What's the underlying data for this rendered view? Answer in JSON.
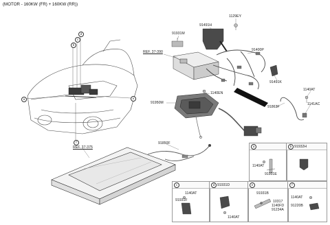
{
  "title": "(MOTOR - 160KW (FR) + 160KW (RR))",
  "labels": {
    "p1129EY": "1129EY",
    "p91491H": "91491H",
    "p91931M": "91931M",
    "ref37390": "REF. 37-390",
    "p91400P": "91400P",
    "p91491K": "91491K",
    "p1140EN": "1140EN",
    "p1140AT_top": "1140AT",
    "p91950M": "91950M",
    "p91863F": "91863F",
    "p1141AC": "1141AC",
    "p91850F": "91850F",
    "ref37375": "REF. 37-375"
  },
  "callouts_car": [
    "d",
    "b",
    "c",
    "a",
    "e",
    "f"
  ],
  "panels": {
    "a": {
      "letter": "a",
      "title": "",
      "parts": [
        "1140AT",
        "91931E"
      ]
    },
    "b": {
      "letter": "b",
      "title": "91932H",
      "parts": []
    },
    "c": {
      "letter": "c",
      "title": "",
      "parts": [
        "1140AT",
        "91931F"
      ]
    },
    "d": {
      "letter": "d",
      "title": "91931D",
      "parts": [
        "1140AT"
      ]
    },
    "e": {
      "letter": "e",
      "title": "",
      "parts": [
        "91931B",
        "10317",
        "1140FD",
        "91234A"
      ]
    },
    "f": {
      "letter": "f",
      "title": "",
      "parts": [
        "1140AT",
        "91220B"
      ]
    }
  },
  "colors": {
    "line": "#333333",
    "part_fill": "#d9d9d9",
    "dark_fill": "#3a3a3a",
    "wire": "#555555"
  }
}
